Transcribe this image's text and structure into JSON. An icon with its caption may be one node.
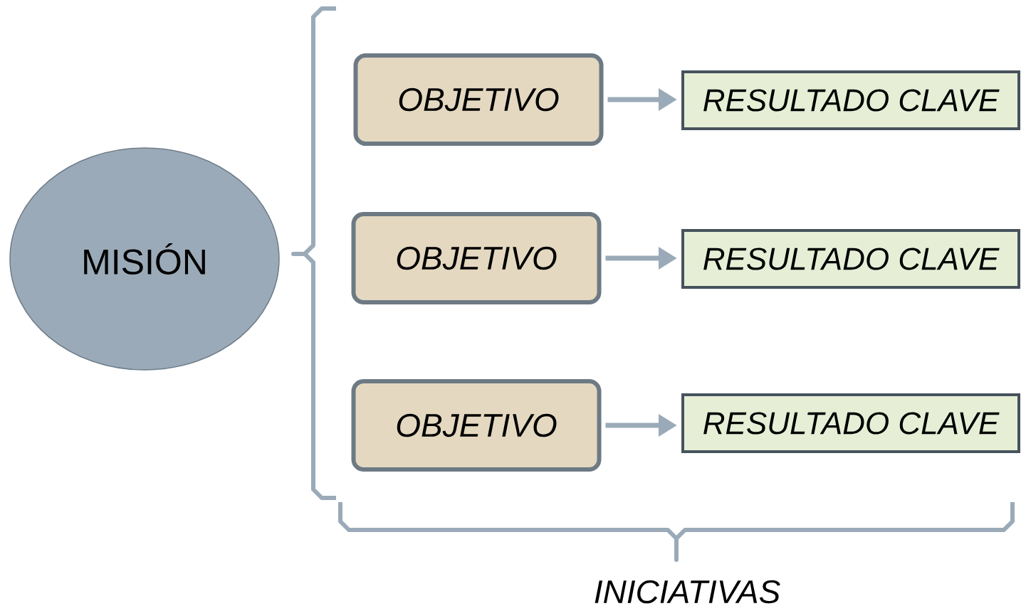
{
  "diagram": {
    "nodes": [
      {
        "text": [
          "MISIÓN"
        ]
      },
      {
        "text": [
          "OBJETIVO"
        ]
      },
      {
        "text": [
          "OBJETIVO"
        ]
      },
      {
        "text": [
          "OBJETIVO"
        ]
      },
      {
        "text": [
          "RESULTADO CLAVE"
        ]
      },
      {
        "text": [
          "RESULTADO CLAVE"
        ]
      },
      {
        "text": [
          "RESULTADO CLAVE"
        ]
      }
    ],
    "edges": [
      {
        "from": 1,
        "to": 4,
        "arrow": "to"
      },
      {
        "from": 2,
        "to": 5,
        "arrow": "to"
      },
      {
        "from": 3,
        "to": 6,
        "arrow": "to"
      }
    ],
    "labels": [
      "INICIATIVAS"
    ]
  }
}
